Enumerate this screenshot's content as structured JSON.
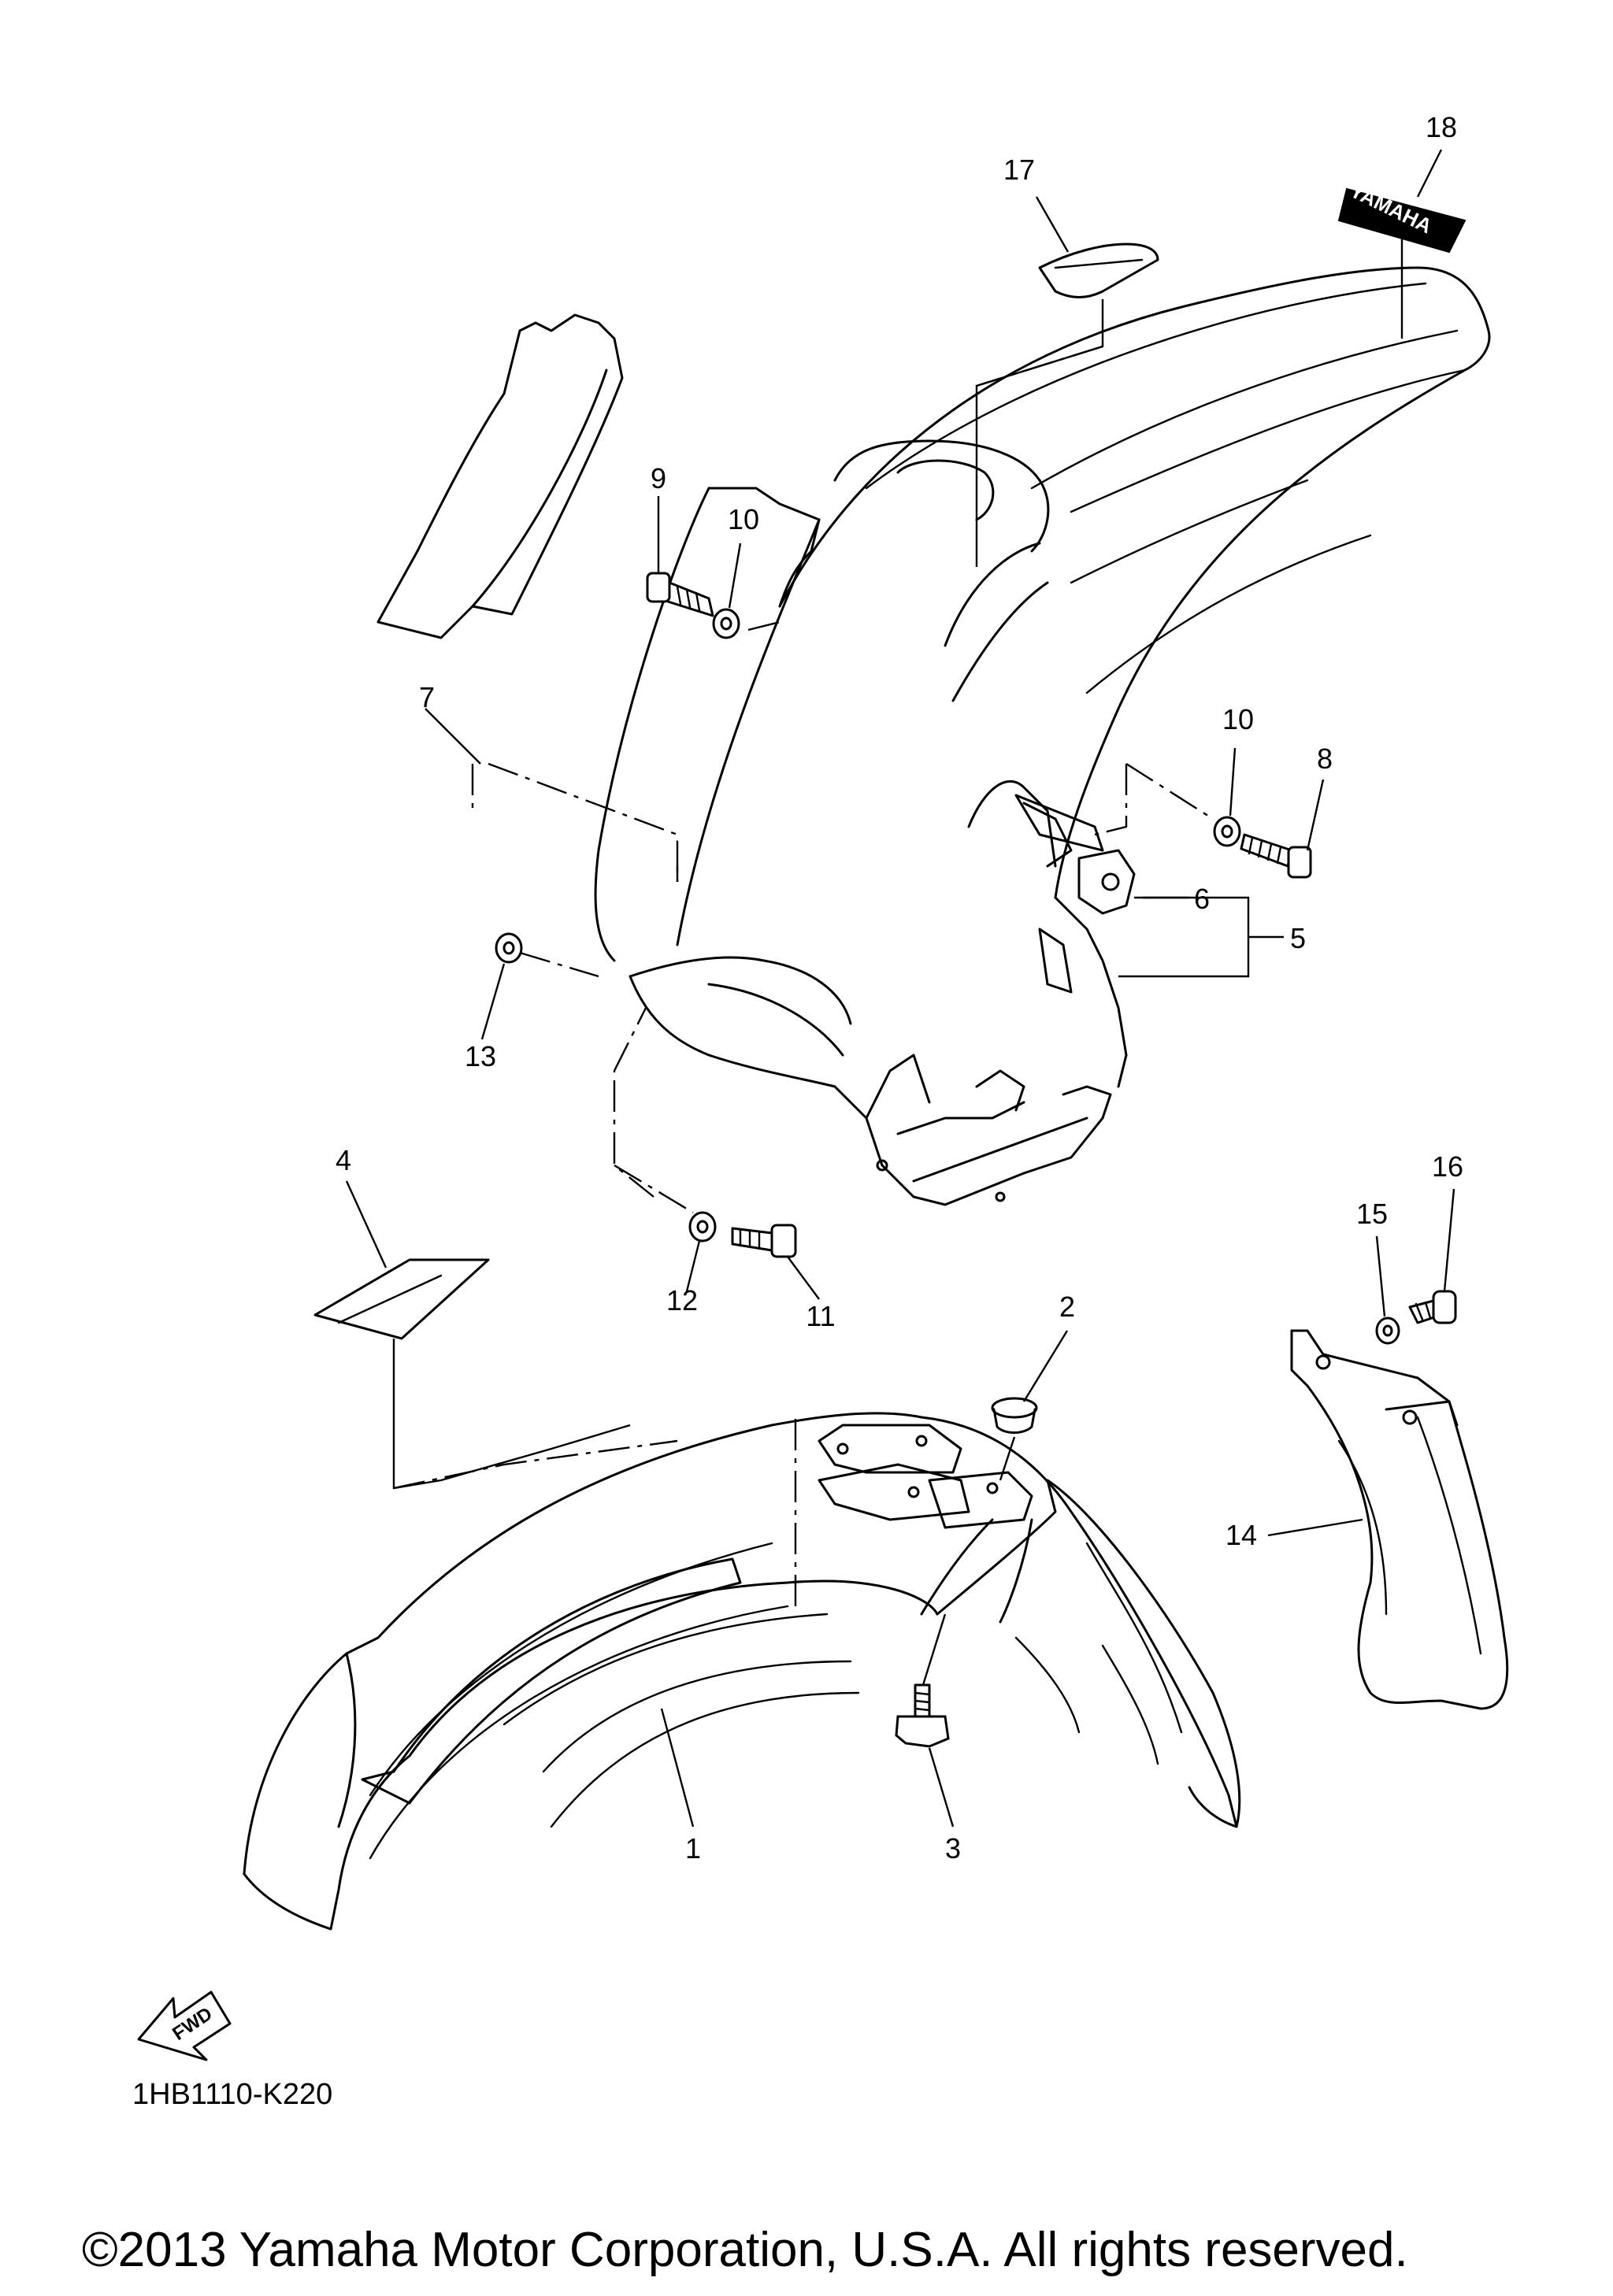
{
  "diagram": {
    "callouts": {
      "p1": "1",
      "p2": "2",
      "p3": "3",
      "p4": "4",
      "p5": "5",
      "p6": "6",
      "p7": "7",
      "p8": "8",
      "p9": "9",
      "p10a": "10",
      "p10b": "10",
      "p11": "11",
      "p12": "12",
      "p13": "13",
      "p14": "14",
      "p15": "15",
      "p16": "16",
      "p17": "17",
      "p18": "18"
    },
    "decal_text": "YAMAHA",
    "fwd_text": "FWD",
    "diagram_code": "1HB1110-K220",
    "copyright": "©2013 Yamaha Motor Corporation, U.S.A. All rights reserved."
  }
}
